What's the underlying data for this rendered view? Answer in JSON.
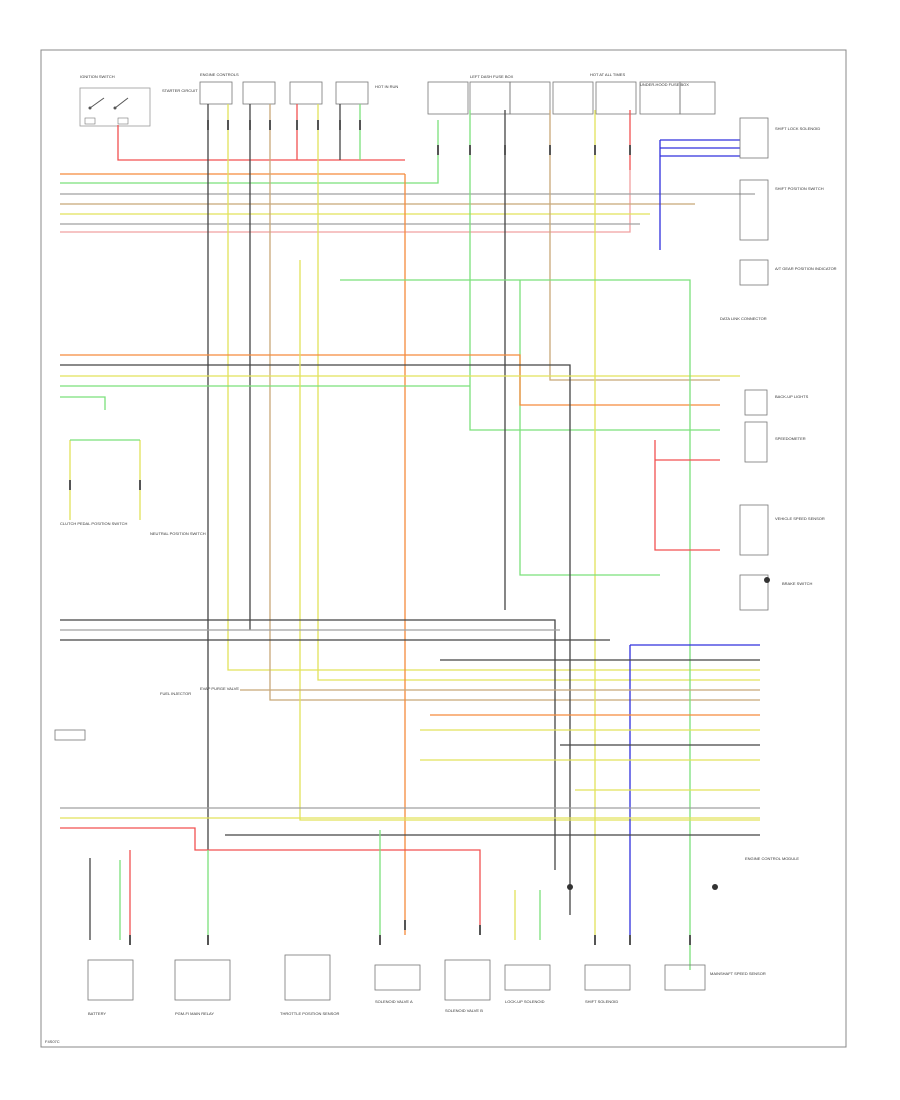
{
  "diagram": {
    "footer_code": "F4S07C",
    "top_labels": {
      "ignition_switch": "IGNITION SWITCH",
      "starter_circuit": "STARTER CIRCUIT",
      "engine_controls": "ENGINE CONTROLS",
      "hot_in_run": "HOT IN RUN",
      "left_dash_fuse_box": "LEFT DASH FUSE BOX",
      "hot_at_all_times": "HOT AT ALL TIMES",
      "fuse_box": "UNDER-HOOD FUSE BOX"
    },
    "right_components": [
      "SHIFT LOCK SOLENOID",
      "SHIFT POSITION SWITCH",
      "A/T GEAR POSITION INDICATOR",
      "DATA LINK CONNECTOR",
      "BACK-UP LIGHTS",
      "SPEEDOMETER",
      "VEHICLE SPEED SENSOR",
      "BRAKE SWITCH"
    ],
    "left_components": [
      "CLUTCH PEDAL POSITION SWITCH",
      "NEUTRAL POSITION SWITCH",
      "FUEL INJECTOR",
      "EVAP PURGE VALVE"
    ],
    "bottom_components": [
      "BATTERY",
      "PGM-FI MAIN RELAY",
      "THROTTLE POSITION SENSOR",
      "SOLENOID VALVE A",
      "SOLENOID VALVE B",
      "LOCK-UP SOLENOID",
      "SHIFT SOLENOID",
      "MAINSHAFT SPEED SENSOR",
      "ENGINE CONTROL MODULE"
    ],
    "wire_colors": {
      "red": "#f25050",
      "orange": "#f58a3c",
      "yellow": "#e2e25a",
      "green": "#7be07b",
      "blue": "#3030dd",
      "black": "#444444",
      "gray": "#a0a0a0",
      "tan": "#c8a878",
      "pink": "#f0a0a0"
    }
  }
}
